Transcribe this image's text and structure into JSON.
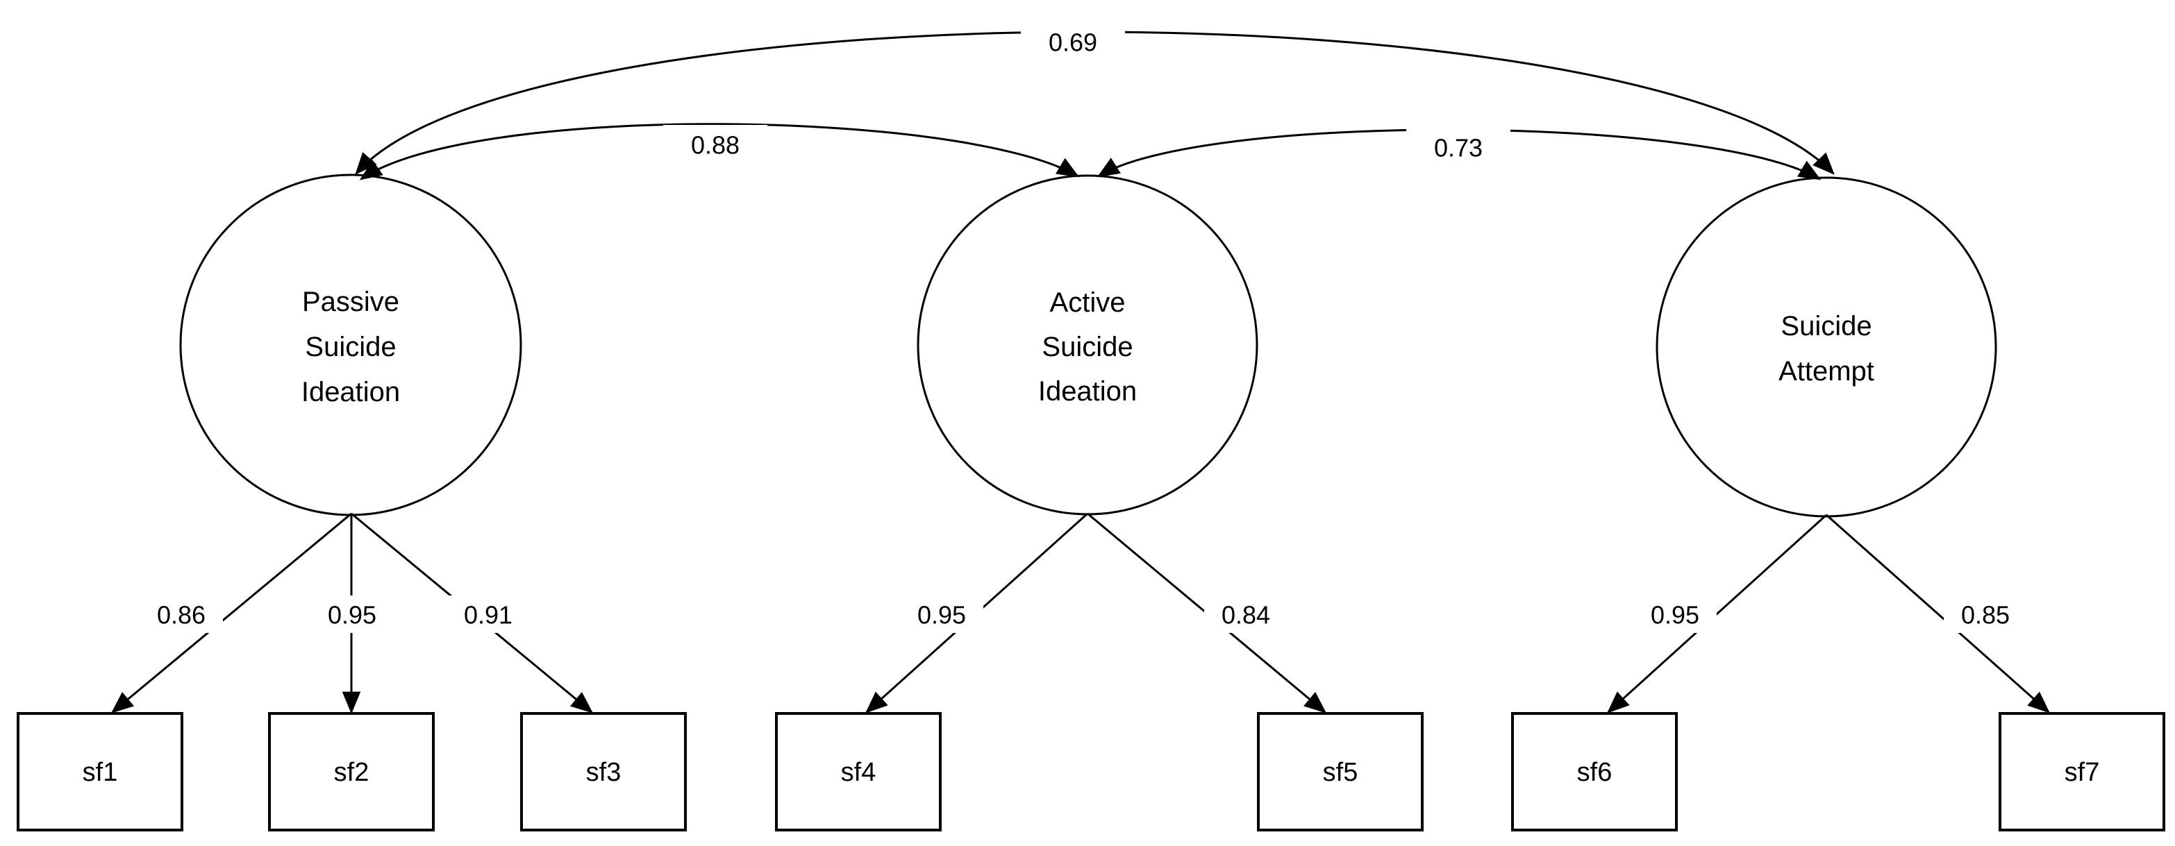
{
  "sem": {
    "background_color": "#ffffff",
    "line_color": "#000000",
    "latent": [
      {
        "name": "Passive Suicide Ideation",
        "lines": [
          "Passive",
          "Suicide",
          "Ideation"
        ]
      },
      {
        "name": "Active Suicide Ideation",
        "lines": [
          "Active",
          "Suicide",
          "Ideation"
        ]
      },
      {
        "name": "Suicide Attempt",
        "lines": [
          "Suicide",
          "Attempt"
        ]
      }
    ],
    "correlations": [
      {
        "from": "Passive Suicide Ideation",
        "to": "Active Suicide Ideation",
        "value": "0.88"
      },
      {
        "from": "Active Suicide Ideation",
        "to": "Suicide Attempt",
        "value": "0.73"
      },
      {
        "from": "Passive Suicide Ideation",
        "to": "Suicide Attempt",
        "value": "0.69"
      }
    ],
    "indicators": [
      {
        "label": "sf1",
        "loading": "0.86",
        "factor": "Passive Suicide Ideation"
      },
      {
        "label": "sf2",
        "loading": "0.95",
        "factor": "Passive Suicide Ideation"
      },
      {
        "label": "sf3",
        "loading": "0.91",
        "factor": "Passive Suicide Ideation"
      },
      {
        "label": "sf4",
        "loading": "0.95",
        "factor": "Active Suicide Ideation"
      },
      {
        "label": "sf5",
        "loading": "0.84",
        "factor": "Active Suicide Ideation"
      },
      {
        "label": "sf6",
        "loading": "0.95",
        "factor": "Suicide Attempt"
      },
      {
        "label": "sf7",
        "loading": "0.85",
        "factor": "Suicide Attempt"
      }
    ]
  }
}
